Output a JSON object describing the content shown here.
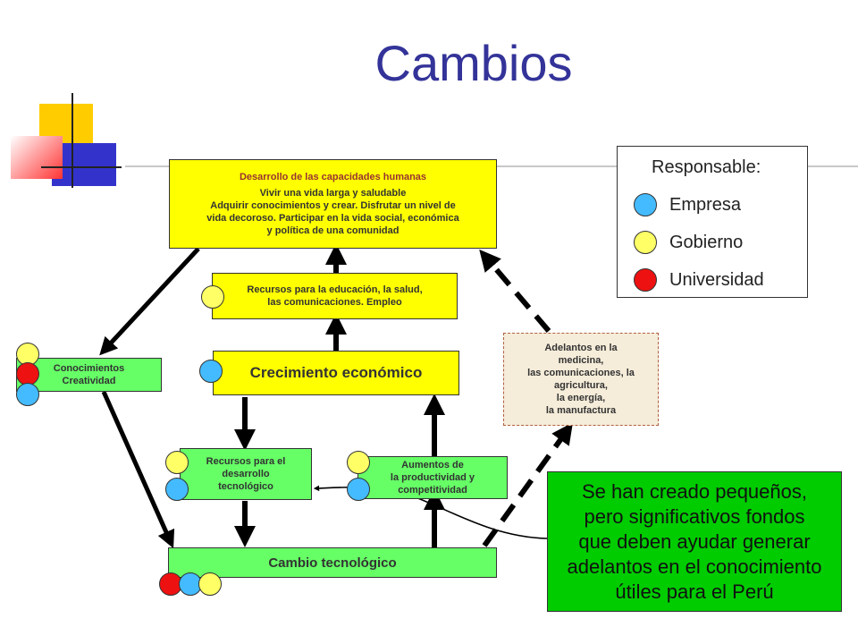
{
  "title": "Cambios",
  "top_box": {
    "heading": "Desarrollo de las capacidades humanas",
    "line1": "Vivir una vida larga y saludable",
    "line2": "Adquirir conocimientos y crear. Disfrutar un nivel de",
    "line3": "vida decoroso. Participar en la vida social, económica",
    "line4": "y política de una comunidad"
  },
  "recursos_educacion": {
    "line1": "Recursos para la educación, la salud,",
    "line2": "las comunicaciones. Empleo"
  },
  "crecimiento": "Crecimiento económico",
  "conocimientos": {
    "line1": "Conocimientos",
    "line2": "Creatividad"
  },
  "adelantos": {
    "line1": "Adelantos en la",
    "line2": "medicina,",
    "line3": "las comunicaciones, la",
    "line4": "agricultura,",
    "line5": "la energía,",
    "line6": "la manufactura"
  },
  "recursos_desarrollo": {
    "line1": "Recursos para el",
    "line2": "desarrollo",
    "line3": "tecnológico"
  },
  "aumentos": {
    "line1": "Aumentos de",
    "line2": "la productividad y",
    "line3": "competitividad"
  },
  "cambio": "Cambio tecnológico",
  "legend": {
    "title": "Responsable:",
    "items": [
      {
        "label": "Empresa",
        "color": "#44bbff"
      },
      {
        "label": "Gobierno",
        "color": "#ffff66"
      },
      {
        "label": "Universidad",
        "color": "#ee1111"
      }
    ]
  },
  "note": {
    "line1": "Se han creado pequeños,",
    "line2": "pero significativos fondos",
    "line3": "que deben ayudar generar",
    "line4": "adelantos en el conocimiento",
    "line5": "útiles para el Perú"
  }
}
